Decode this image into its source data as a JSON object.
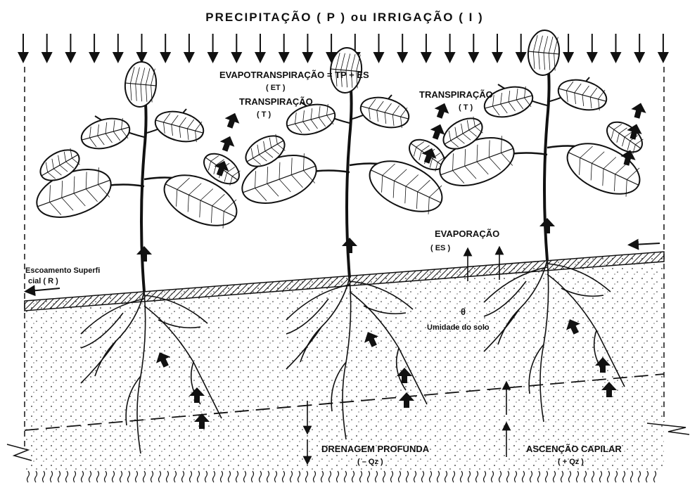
{
  "title": "PRECIPITAÇÃO ( P ) ou IRRIGAÇÃO ( I )",
  "labels": {
    "evapotranspiration": "EVAPOTRANSPIRAÇÃO = TP + ES",
    "et_abbrev": "( ET )",
    "transpiration_left": "TRANSPIRAÇÃO",
    "transpiration_left_abbrev": "( T )",
    "transpiration_right": "TRANSPIRAÇÃO",
    "transpiration_right_abbrev": "( T )",
    "evaporation": "EVAPORAÇÃO",
    "evaporation_abbrev": "( ES )",
    "runoff_line1": "Escoamento Superfi",
    "runoff_line2": "cial ( R )",
    "soil_moisture_symbol": "θ",
    "soil_moisture": "Umidade do solo",
    "deep_drainage": "DRENAGEM PROFUNDA",
    "deep_drainage_abbrev": "( – Qz )",
    "capillary_rise": "ASCENÇÃO CAPILAR",
    "capillary_rise_abbrev": "( + Qz )"
  },
  "colors": {
    "ink": "#111111",
    "paper": "#ffffff"
  }
}
